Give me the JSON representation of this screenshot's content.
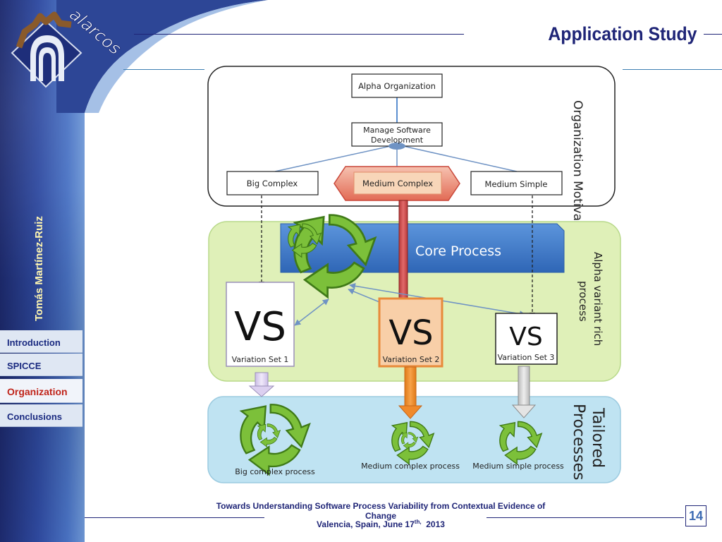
{
  "logo": {
    "text": "alarcos"
  },
  "author": "Tomás Martínez-Ruiz",
  "nav": [
    {
      "label": "Introduction",
      "active": false
    },
    {
      "label": "SPICCE",
      "active": false
    },
    {
      "label": "Organization",
      "active": true
    },
    {
      "label": "Conclusions",
      "active": false
    }
  ],
  "header": {
    "title": "Application Study"
  },
  "diagram": {
    "org_box": {
      "label": "Organization Motivation",
      "root": "Alpha Organization",
      "manage_line1": "Manage Software",
      "manage_line2": "Development",
      "types": [
        "Big Complex",
        "Medium Complex",
        "Medium Simple"
      ]
    },
    "variant_box": {
      "label_line1": "Alpha variant rich",
      "label_line2": "process",
      "core": "Core Process",
      "vs_label": "VS",
      "variation_sets": [
        "Variation Set 1",
        "Variation Set 2",
        "Variation Set 3"
      ]
    },
    "tailored_box": {
      "label_line1": "Tailored",
      "label_line2": "Processes",
      "processes": [
        "Big complex process",
        "Medium complex process",
        "Medium simple process"
      ]
    }
  },
  "footer": {
    "paper_title": "Towards Understanding Software Process Variability from Contextual Evidence of Change",
    "venue_prefix": "Valencia, Spain, June 17",
    "venue_sup": "th,",
    "venue_year": "2013",
    "page_number": "14"
  },
  "colors": {
    "navy": "#1f2577",
    "active_nav": "#c0251b",
    "core_blue": "#3d78c9",
    "highlight_orange": "#f3b07a",
    "variant_green": "#dff0b8",
    "tailored_blue": "#bfe3f2"
  }
}
